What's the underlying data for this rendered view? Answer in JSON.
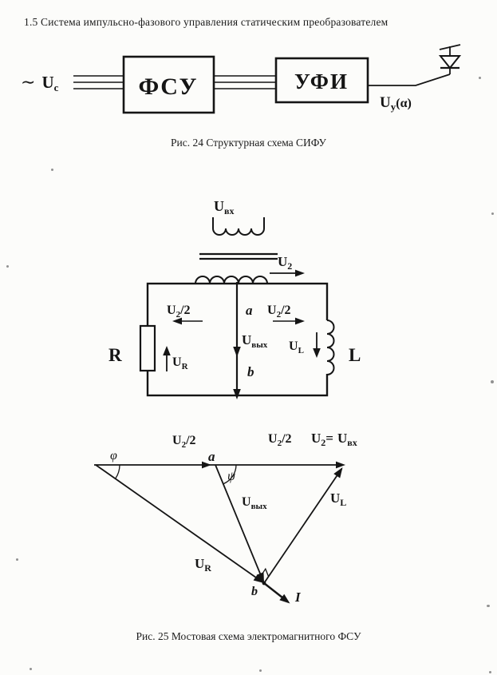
{
  "page": {
    "heading": "1.5 Система импульсно-фазового управления статическим преобразователем"
  },
  "fig24": {
    "caption": "Рис. 24 Структурная схема СИФУ",
    "source": {
      "tilde": "∼",
      "base": "U",
      "sub": "c"
    },
    "block_fsu": "ФСУ",
    "block_ufi": "УФИ",
    "control": {
      "base": "U",
      "sub": "у",
      "suffix": "(α)"
    }
  },
  "fig25": {
    "caption": "Рис. 25 Мостовая схема электромагнитного ФСУ",
    "circuit": {
      "u_in": {
        "base": "U",
        "sub": "вх"
      },
      "u2": {
        "base": "U",
        "sub": "2"
      },
      "u2_half_left": {
        "base": "U",
        "sub": "2",
        "suffix": "/2"
      },
      "node_a": "a",
      "u2_half_right": {
        "base": "U",
        "sub": "2",
        "suffix": "/2"
      },
      "resistor": "R",
      "u_r": {
        "base": "U",
        "sub": "R"
      },
      "u_out": {
        "base": "U",
        "sub": "вых"
      },
      "u_l": {
        "base": "U",
        "sub": "L"
      },
      "inductor": "L",
      "node_b": "b"
    },
    "phasor": {
      "phi": "φ",
      "psi": "ψ",
      "u2_half_left": {
        "base": "U",
        "sub": "2",
        "suffix": "/2"
      },
      "node_a": "a",
      "u2_half_right": {
        "base": "U",
        "sub": "2",
        "suffix": "/2"
      },
      "u2_total": {
        "base": "U",
        "sub": "2",
        "eq": "="
      },
      "u_in": {
        "base": "U",
        "sub": "вх"
      },
      "u_out": {
        "base": "U",
        "sub": "вых"
      },
      "u_l": {
        "base": "U",
        "sub": "L"
      },
      "u_r": {
        "base": "U",
        "sub": "R"
      },
      "node_b": "b",
      "current": "I"
    }
  }
}
